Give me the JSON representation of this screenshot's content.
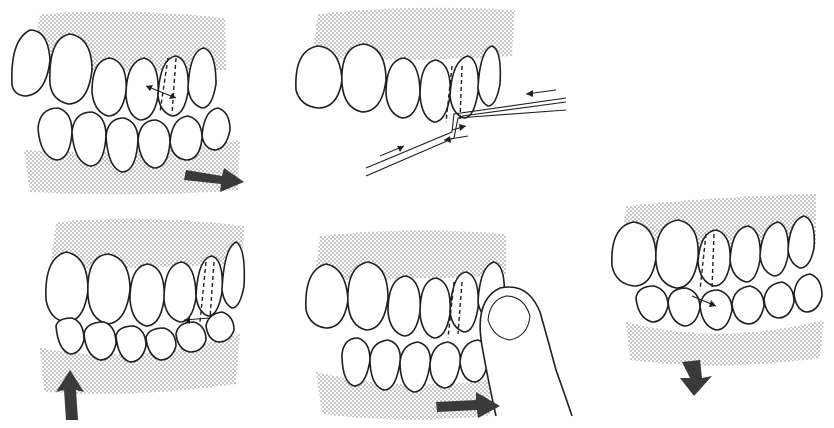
{
  "figure": {
    "background_color": "#ffffff",
    "ink_color": "#1f1f1f",
    "gum_stipple_color": "#9a9a9a",
    "arrow_color": "#3a3a3a",
    "panels": [
      {
        "id": "panel-1",
        "icon": "tooth-arch-with-bidirectional-arrow-and-block-arrow"
      },
      {
        "id": "panel-2",
        "icon": "tooth-arch-with-floss-strands"
      },
      {
        "id": "panel-3",
        "icon": "tooth-arch-with-upward-block-arrow"
      },
      {
        "id": "panel-4",
        "icon": "tooth-arch-with-finger-and-block-arrow"
      },
      {
        "id": "panel-5",
        "icon": "tooth-arch-with-downward-block-arrow"
      }
    ]
  }
}
